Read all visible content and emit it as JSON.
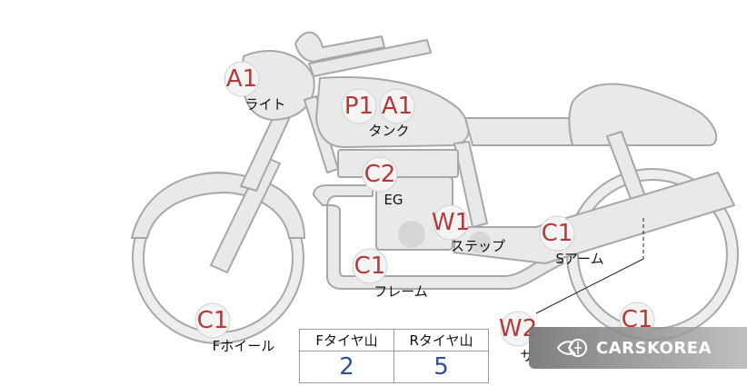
{
  "labels": [
    {
      "code": "A1",
      "part": "ライト"
    },
    {
      "code": "P1",
      "part": ""
    },
    {
      "code": "A1",
      "part": "タンク"
    },
    {
      "code": "C2",
      "part": "EG"
    },
    {
      "code": "W1",
      "part": "ステップ"
    },
    {
      "code": "C1",
      "part": "Sアーム"
    },
    {
      "code": "C1",
      "part": "フレーム"
    },
    {
      "code": "C1",
      "part": "Fホイール"
    },
    {
      "code": "W2",
      "part": "サ"
    },
    {
      "code": "C1",
      "part": ""
    }
  ],
  "tread_table": {
    "headers": [
      "Fタイヤ山",
      "Rタイヤ山"
    ],
    "values": [
      "2",
      "5"
    ]
  },
  "watermark": {
    "text": "CARSKOREA",
    "icon": "carskorea-logo-icon"
  },
  "colors": {
    "code_text": "#b33a3a",
    "table_value": "#2f4f8f"
  }
}
